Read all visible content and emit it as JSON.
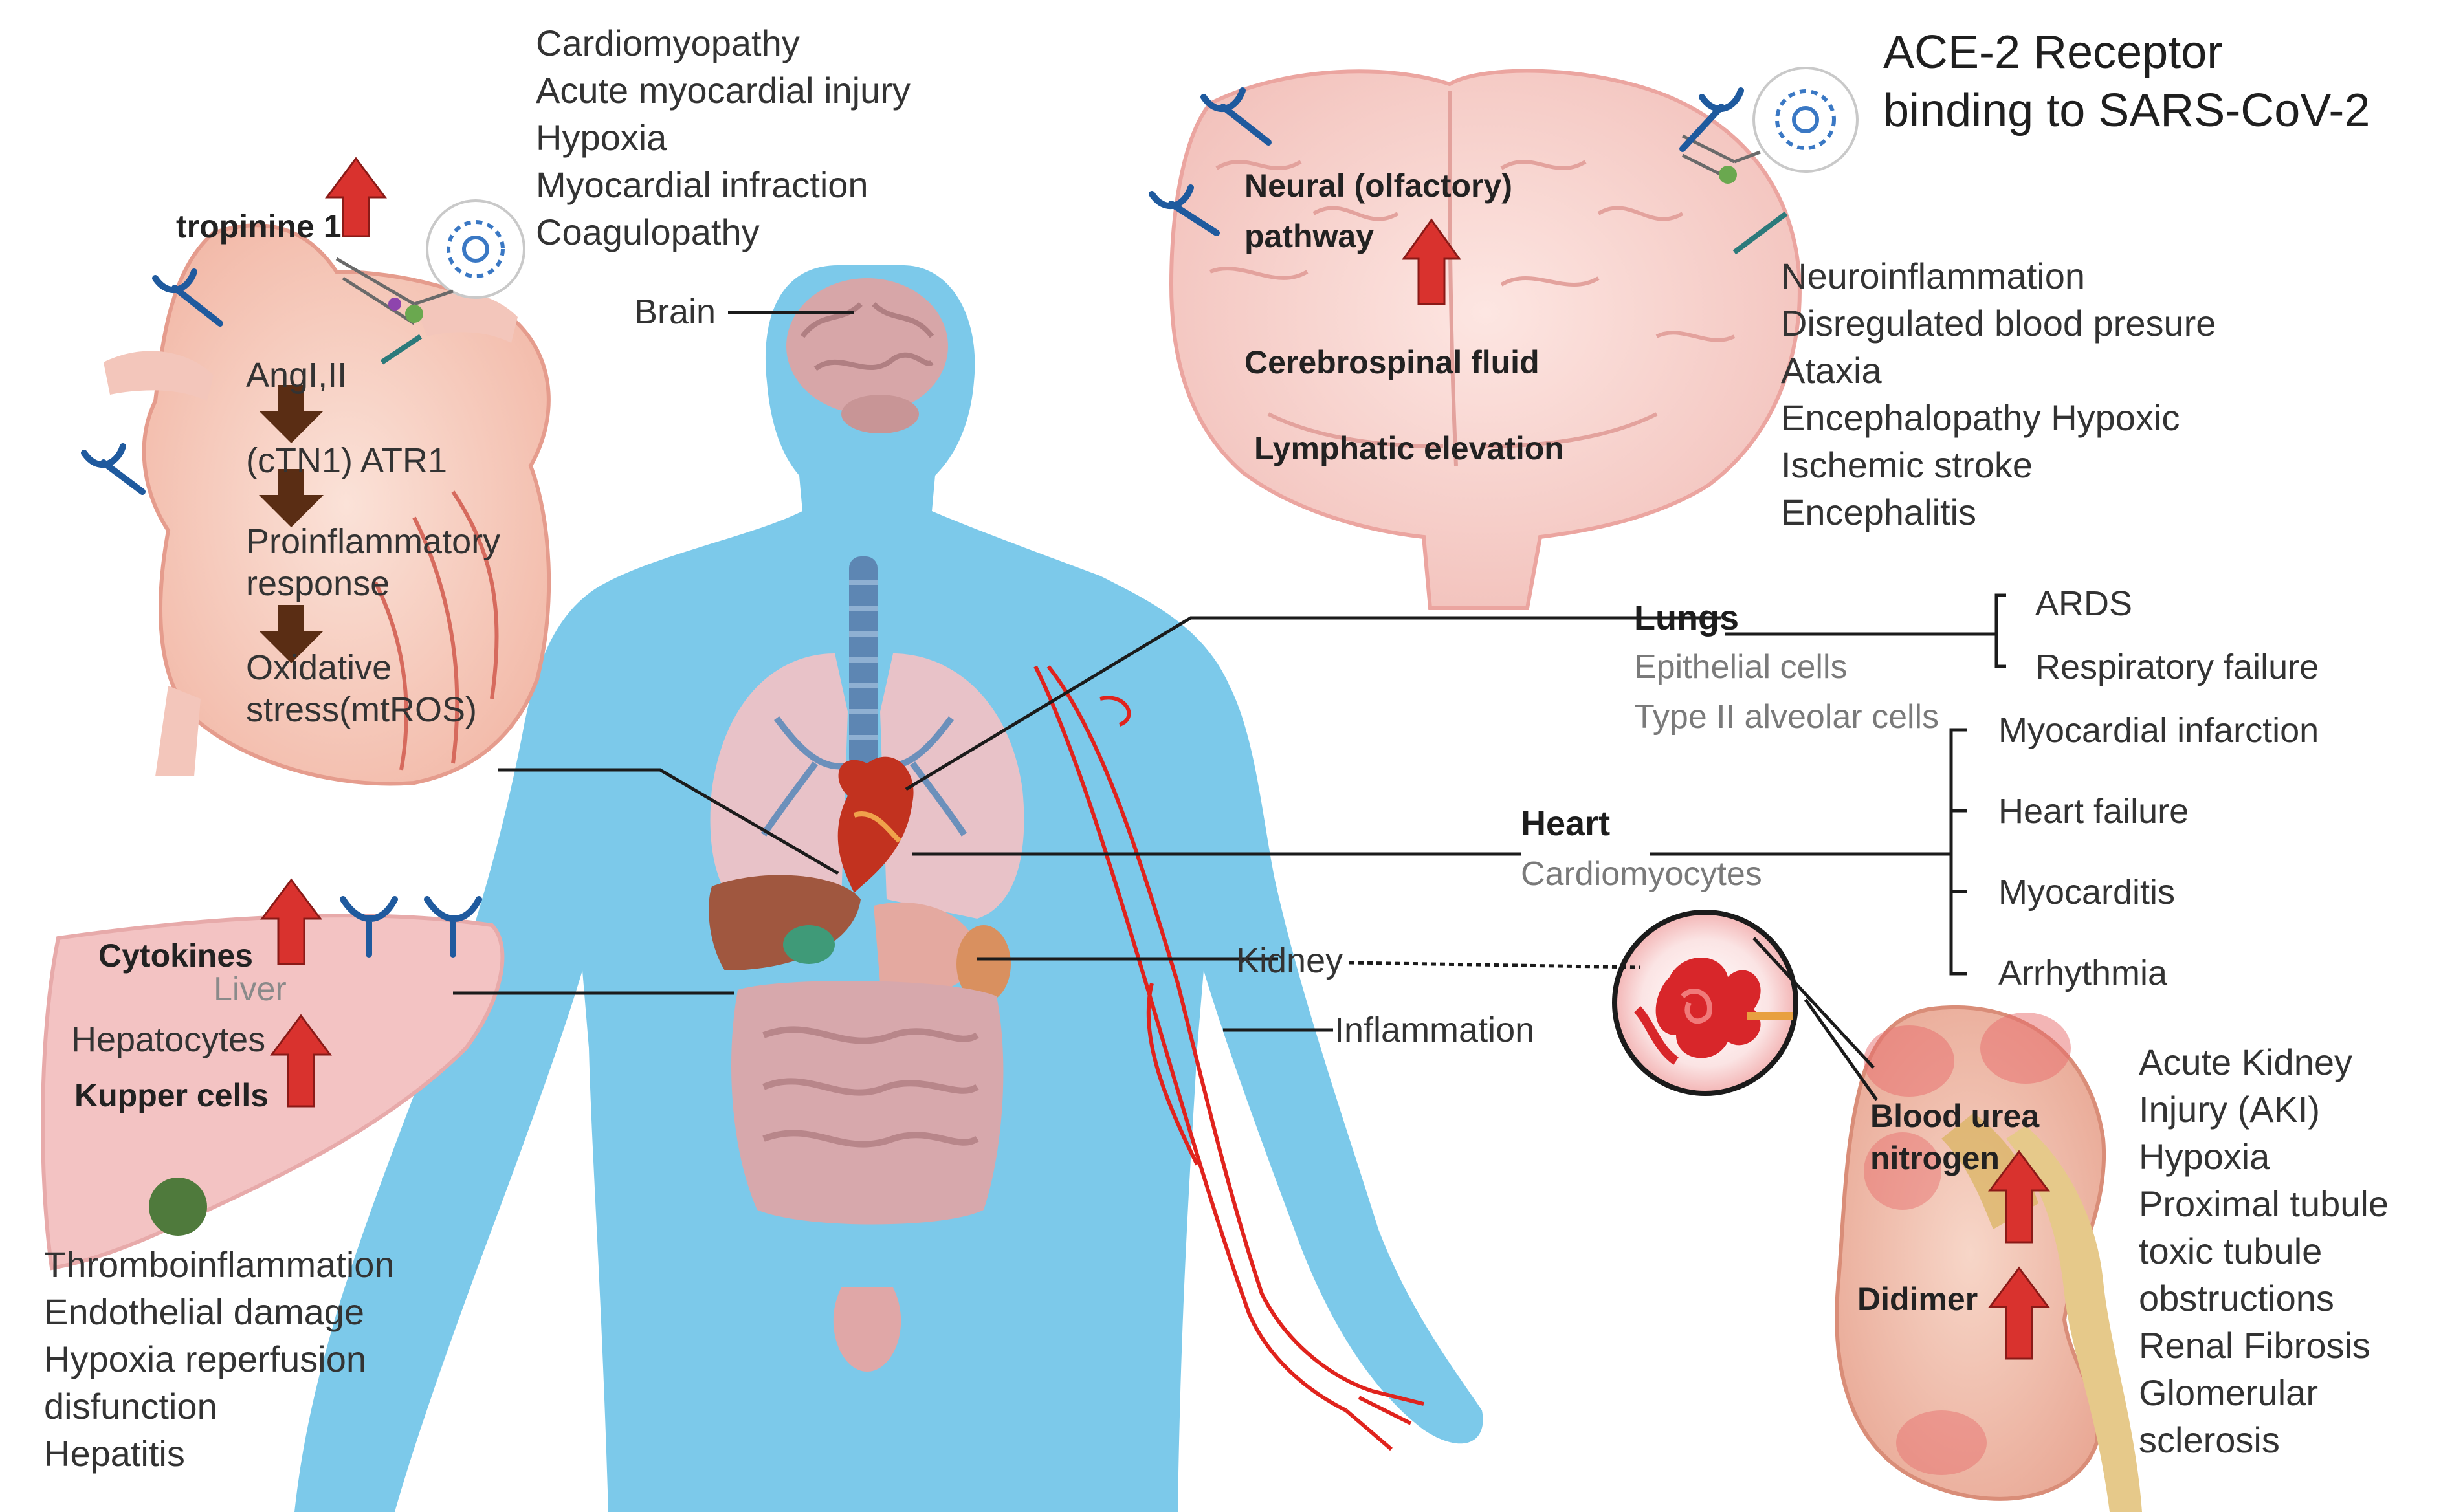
{
  "heart_panel": {
    "symptoms": [
      "Cardiomyopathy",
      "Acute myocardial injury",
      "Hypoxia",
      "Myocardial infraction",
      "Coagulopathy"
    ],
    "marker": "tropinine 1",
    "cascade": [
      "AngI,II",
      "(cTN1) ATR1",
      "Proinflammatory",
      "response",
      "Oxidative",
      "stress(mtROS)"
    ]
  },
  "brain_panel": {
    "title_line1": "ACE-2 Receptor",
    "title_line2": "binding to SARS-CoV-2",
    "pathway_line1": "Neural (olfactory)",
    "pathway_line2": "pathway",
    "csf": "Cerebrospinal fluid",
    "lymphatic": "Lymphatic elevation",
    "symptoms": [
      "Neuroinflammation",
      "Disregulated blood presure",
      "Ataxia",
      "Encephalopathy Hypoxic",
      "Ischemic stroke",
      "Encephalitis"
    ]
  },
  "body": {
    "brain_label": "Brain",
    "kidney_label": "Kidney",
    "inflammation_label": "Inflammation"
  },
  "lungs": {
    "title": "Lungs",
    "cells1": "Epithelial cells",
    "cells2": "Type II alveolar cells",
    "outcomes": [
      "ARDS",
      "Respiratory failure"
    ]
  },
  "heart": {
    "title": "Heart",
    "cells": "Cardiomyocytes",
    "outcomes": [
      "Myocardial infarction",
      "Heart failure",
      "Myocarditis",
      "Arrhythmia"
    ]
  },
  "liver_panel": {
    "cytokines": "Cytokines",
    "liver": "Liver",
    "hepatocytes": "Hepatocytes",
    "kupffer": "Kupper cells",
    "symptoms": [
      "Thromboinflammation",
      "Endothelial damage",
      "Hypoxia reperfusion",
      "disfunction",
      "Hepatitis"
    ]
  },
  "kidney_panel": {
    "bun_line1": "Blood urea",
    "bun_line2": "nitrogen",
    "didimer": "Didimer",
    "symptoms": [
      "Acute Kidney",
      "Injury (AKI)",
      "Hypoxia",
      "Proximal tubule",
      "toxic tubule",
      "obstructions",
      "Renal Fibrosis",
      "Glomerular",
      "sclerosis"
    ]
  },
  "colors": {
    "body_blue": "#7cc9ea",
    "organ_pink": "#f4c8c0",
    "arrow_red": "#d9322e",
    "arrow_brown": "#5a2d14",
    "receptor_blue": "#1f5a9e"
  }
}
